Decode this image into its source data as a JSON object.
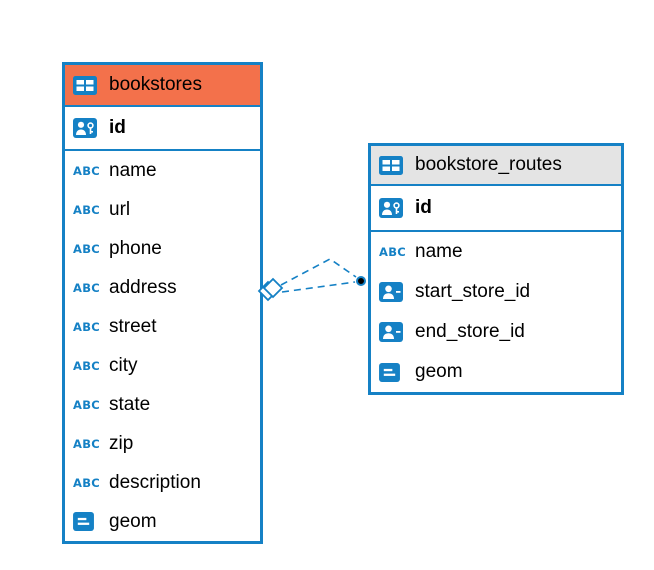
{
  "diagram": {
    "icons": {
      "text_type": "ABC"
    },
    "colors": {
      "table_border": "#1581C5",
      "bookstores_header": "#F3714B",
      "routes_header": "#E4E4E4",
      "connector": "#1581C5",
      "icon_fill": "#1581C5"
    },
    "tables": [
      {
        "name": "bookstores",
        "columns": [
          {
            "name": "id",
            "icon": "primary-key"
          },
          {
            "name": "name",
            "icon": "text"
          },
          {
            "name": "url",
            "icon": "text"
          },
          {
            "name": "phone",
            "icon": "text"
          },
          {
            "name": "address",
            "icon": "text"
          },
          {
            "name": "street",
            "icon": "text"
          },
          {
            "name": "city",
            "icon": "text"
          },
          {
            "name": "state",
            "icon": "text"
          },
          {
            "name": "zip",
            "icon": "text"
          },
          {
            "name": "description",
            "icon": "text"
          },
          {
            "name": "geom",
            "icon": "geometry"
          }
        ]
      },
      {
        "name": "bookstore_routes",
        "columns": [
          {
            "name": "id",
            "icon": "primary-key"
          },
          {
            "name": "name",
            "icon": "text"
          },
          {
            "name": "start_store_id",
            "icon": "foreign-key"
          },
          {
            "name": "end_store_id",
            "icon": "foreign-key"
          },
          {
            "name": "geom",
            "icon": "geometry"
          }
        ]
      }
    ],
    "relationship": {
      "from_table": "bookstores",
      "to_table": "bookstore_routes",
      "line_style": "dashed",
      "source_marker": "diamond",
      "target_marker": "dot"
    }
  }
}
